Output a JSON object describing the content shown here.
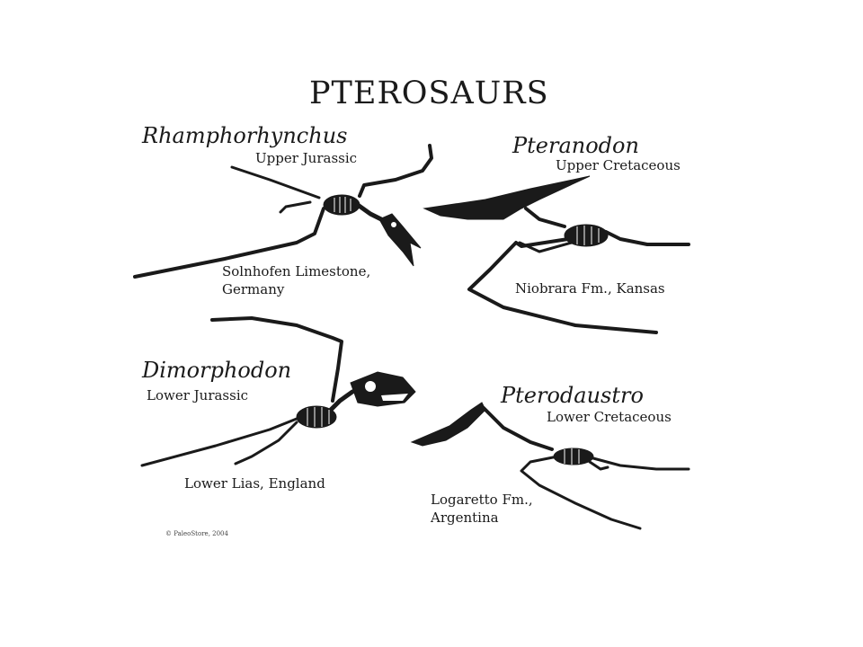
{
  "title": "PTEROSAURS",
  "copyright": "© PaleoStore, 2004",
  "specimens": [
    {
      "genus": "Rhamphorhynchus",
      "period": "Upper Jurassic",
      "locality_line1": "Solnhofen Limestone,",
      "locality_line2": "Germany"
    },
    {
      "genus": "Pteranodon",
      "period": "Upper Cretaceous",
      "locality_line1": "Niobrara Fm., Kansas"
    },
    {
      "genus": "Dimorphodon",
      "period": "Lower Jurassic",
      "locality_line1": "Lower Lias, England"
    },
    {
      "genus": "Pterodaustro",
      "period": "Lower Cretaceous",
      "locality_line1": "Logaretto Fm.,",
      "locality_line2": "Argentina"
    }
  ],
  "colors": {
    "ink": "#1a1a1a",
    "background": "#ffffff"
  }
}
